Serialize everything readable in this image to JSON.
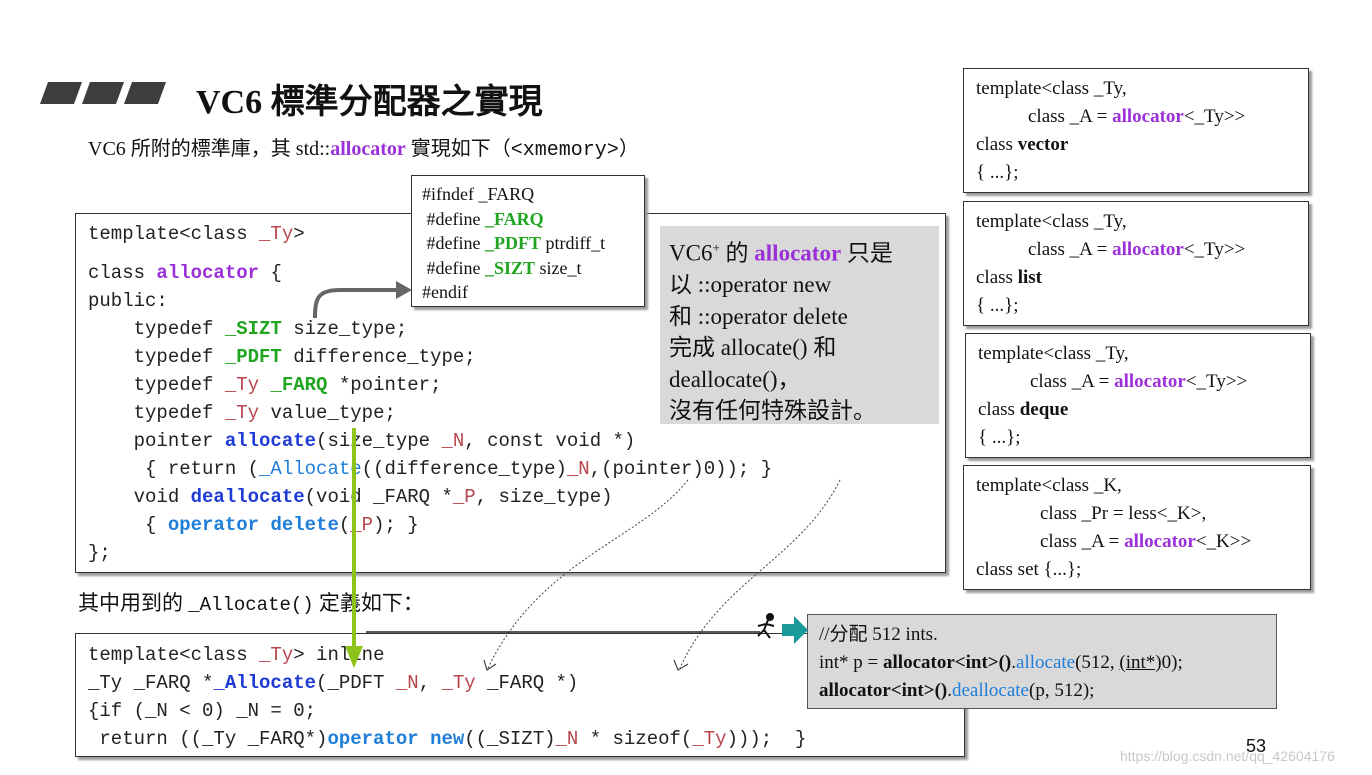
{
  "title": "VC6 標準分配器之實現",
  "subtitle": {
    "pre": "VC6 所附的標準庫，其 std::",
    "alloc": "allocator",
    "mid": " 實現如下（",
    "mono": "<xmemory>",
    "post": "）"
  },
  "defines": {
    "l1": "#ifndef _FARQ",
    "l2a": " #define ",
    "l2b": "_FARQ",
    "l3a": " #define ",
    "l3b": "_PDFT",
    "l3c": " ptrdiff_t",
    "l4a": " #define ",
    "l4b": "_SIZT",
    "l4c": " size_t",
    "l5": "#endif"
  },
  "code1": {
    "l1a": "template<class ",
    "l1b": "_Ty",
    "l1c": ">",
    "l2a": "class ",
    "l2b": "allocator",
    "l2c": " {",
    "l3": "public:",
    "l4a": "    typedef ",
    "l4b": "_SIZT",
    "l4c": " size_type;",
    "l5a": "    typedef ",
    "l5b": "_PDFT",
    "l5c": " difference_type;",
    "l6a": "    typedef ",
    "l6b": "_Ty",
    "l6c": " ",
    "l6d": "_FARQ",
    "l6e": " *pointer;",
    "l7a": "    typedef ",
    "l7b": "_Ty",
    "l7c": " value_type;",
    "l8a": "    pointer ",
    "l8b": "allocate",
    "l8c": "(size_type ",
    "l8d": "_N",
    "l8e": ", const void *)",
    "l9a": "     { return (",
    "l9b": "_Allocate",
    "l9c": "((difference_type)",
    "l9d": "_N",
    "l9e": ",(pointer)0)); }",
    "l10a": "    void ",
    "l10b": "deallocate",
    "l10c": "(void _FARQ *",
    "l10d": "_P",
    "l10e": ", size_type)",
    "l11a": "     { ",
    "l11b": "operator delete",
    "l11c": "(",
    "l11d": "_P",
    "l11e": "); }",
    "l12": "};"
  },
  "note": {
    "l1a": "VC6",
    "l1sup": "+",
    "l1b": " 的 ",
    "l1c": "allocator",
    "l1d": " 只是",
    "l2": "以 ::operator new",
    "l3": "和 ::operator delete",
    "l4": "完成 allocate() 和",
    "l5": "deallocate()，",
    "l6": "沒有任何特殊設計。"
  },
  "between": {
    "a": "其中用到的 ",
    "b": "_Allocate()",
    "c": " 定義如下："
  },
  "code2": {
    "l1a": "template<class ",
    "l1b": "_Ty",
    "l1c": "> inline",
    "l2a": "_Ty _FARQ *",
    "l2b": "_Allocate",
    "l2c": "(_PDFT ",
    "l2d": "_N",
    "l2e": ", ",
    "l2f": "_Ty",
    "l2g": " _FARQ *)",
    "l3": "{if (_N < 0) _N = 0;",
    "l4a": " return ((_Ty _FARQ*)",
    "l4b": "operator new",
    "l4c": "((_SIZT)",
    "l4d": "_N",
    "l4e": " * sizeof(",
    "l4f": "_Ty",
    "l4g": ")));  }"
  },
  "right": {
    "vector": {
      "t1": "template<class _Ty,",
      "t2a": "class _A = ",
      "t2b": "allocator",
      "t2c": "<_Ty>>",
      "t3a": "class ",
      "t3b": "vector",
      "t4": "{ ...};"
    },
    "list": {
      "t1": "template<class _Ty,",
      "t2a": "class _A = ",
      "t2b": "allocator",
      "t2c": "<_Ty>>",
      "t3a": "class ",
      "t3b": "list",
      "t4": "{ ...};"
    },
    "deque": {
      "t1": "template<class _Ty,",
      "t2a": "class _A = ",
      "t2b": "allocator",
      "t2c": "<_Ty>>",
      "t3a": "class ",
      "t3b": "deque",
      "t4": "{ ...};"
    },
    "set": {
      "t1": "template<class _K,",
      "t2": "class _Pr = less<_K>,",
      "t3a": "class _A = ",
      "t3b": "allocator",
      "t3c": "<_K>>",
      "t4": "class set {...};"
    }
  },
  "usage": {
    "l1": "//分配 512 ints.",
    "l2a": "int* p = ",
    "l2b": "allocator<int>()",
    "l2c": ".",
    "l2d": "allocate",
    "l2e": "(512, ",
    "l2f": "(int*)",
    "l2g": "0);",
    "l3a": "allocator<int>()",
    "l3b": ".",
    "l3c": "deallocate",
    "l3d": "(p, 512);"
  },
  "page_number": "53",
  "watermark": "https://blog.csdn.net/qq_42604176",
  "colors": {
    "purple": "#9b30d9",
    "green": "#1fa51f",
    "blue": "#1e3bd6",
    "lightblue": "#1f7ed9",
    "red": "#b8454b",
    "arrow_green": "#8dc41a",
    "teal": "#1a9a9a",
    "gray_box": "#d9d9d9"
  }
}
